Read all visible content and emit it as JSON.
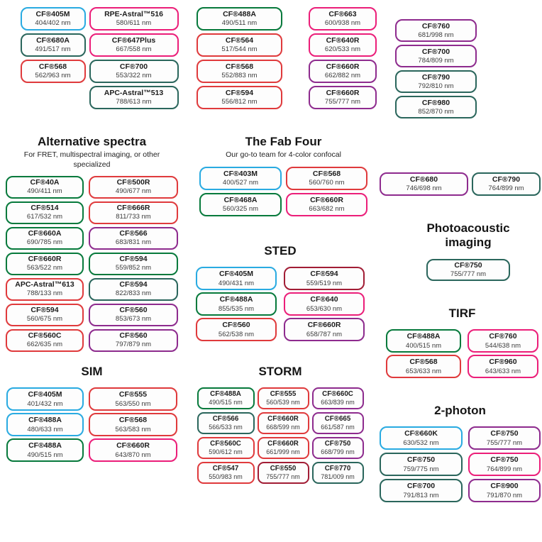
{
  "colors": {
    "blue": "#29ABE2",
    "green": "#077A3C",
    "teal": "#2A665C",
    "red": "#E03A3C",
    "darkred": "#A21D35",
    "pink": "#EC1E79",
    "purple": "#8E2B8E"
  },
  "groups": [
    {
      "id": "top-left",
      "columns": [
        [
          {
            "name": "CF®405M",
            "value": "404/402 nm",
            "color": "blue"
          },
          {
            "name": "CF®680A",
            "value": "491/517 nm",
            "color": "teal"
          },
          {
            "name": "CF®568",
            "value": "562/963 nm",
            "color": "red"
          }
        ],
        [
          {
            "name": "RPE-Astral™516",
            "value": "580/611 nm",
            "color": "pink"
          },
          {
            "name": "CF®647Plus",
            "value": "667/558 nm",
            "color": "pink"
          },
          {
            "name": "CF®700",
            "value": "553/322 nm",
            "color": "teal"
          },
          {
            "name": "APC-Astral™513",
            "value": "788/613 nm",
            "color": "teal"
          }
        ]
      ]
    },
    {
      "id": "top-mid",
      "columns": [
        [
          {
            "name": "CF®488A",
            "value": "490/511 nm",
            "color": "green"
          },
          {
            "name": "CF®564",
            "value": "517/544 nm",
            "color": "red"
          },
          {
            "name": "CF®568",
            "value": "552/883 nm",
            "color": "red"
          },
          {
            "name": "CF®594",
            "value": "556/812 nm",
            "color": "red"
          }
        ],
        [
          {
            "name": "CF®663",
            "value": "600/938 nm",
            "color": "pink"
          },
          {
            "name": "CF®640R",
            "value": "620/533 nm",
            "color": "pink"
          },
          {
            "name": "CF®660R",
            "value": "662/882 nm",
            "color": "purple"
          },
          {
            "name": "CF®660R",
            "value": "755/777 nm",
            "color": "purple"
          }
        ]
      ]
    },
    {
      "id": "top-right",
      "columns": [
        [
          {
            "name": "CF®760",
            "value": "681/998 nm",
            "color": "purple"
          },
          {
            "name": "CF®700",
            "value": "784/809 nm",
            "color": "purple"
          },
          {
            "name": "CF®790",
            "value": "792/810 nm",
            "color": "teal"
          },
          {
            "name": "CF®980",
            "value": "852/870 nm",
            "color": "teal"
          }
        ]
      ]
    },
    {
      "id": "alt-spectra",
      "title": "Alternative spectra",
      "subtitle": "For FRET, multispectral imaging, or other specialized",
      "columns": [
        [
          {
            "name": "CF®40A",
            "value": "490/411 nm",
            "color": "green"
          },
          {
            "name": "CF®514",
            "value": "617/532 nm",
            "color": "green"
          },
          {
            "name": "CF®660A",
            "value": "690/785 nm",
            "color": "green"
          },
          {
            "name": "CF®660R",
            "value": "563/522 nm",
            "color": "green"
          },
          {
            "name": "APC-Astral™613",
            "value": "788/133 nm",
            "color": "red"
          },
          {
            "name": "CF®594",
            "value": "560/675 nm",
            "color": "red"
          },
          {
            "name": "CF®560C",
            "value": "662/635 nm",
            "color": "red"
          }
        ],
        [
          {
            "name": "CF®500R",
            "value": "490/677 nm",
            "color": "red"
          },
          {
            "name": "CF®666R",
            "value": "811/733 nm",
            "color": "red"
          },
          {
            "name": "CF®566",
            "value": "683/831 nm",
            "color": "purple"
          },
          {
            "name": "CF®594",
            "value": "559/852 nm",
            "color": "green"
          },
          {
            "name": "CF®594",
            "value": "822/833 nm",
            "color": "teal"
          },
          {
            "name": "CF®560",
            "value": "853/673 nm",
            "color": "purple"
          },
          {
            "name": "CF®560",
            "value": "797/879 nm",
            "color": "purple"
          }
        ]
      ]
    },
    {
      "id": "fab-four",
      "title": "The Fab Four",
      "subtitle": "Our go-to team for 4-color confocal",
      "columns": [
        [
          {
            "name": "CF®403M",
            "value": "400/527 nm",
            "color": "blue"
          },
          {
            "name": "CF®468A",
            "value": "560/325 nm",
            "color": "green"
          }
        ],
        [
          {
            "name": "CF®568",
            "value": "560/760 nm",
            "color": "red"
          },
          {
            "name": "CF®660R",
            "value": "663/682 nm",
            "color": "pink"
          }
        ]
      ]
    },
    {
      "id": "nir-pair",
      "columns": [
        [
          {
            "name": "CF®680",
            "value": "746/698 nm",
            "color": "purple"
          }
        ],
        [
          {
            "name": "CF®790",
            "value": "764/899 nm",
            "color": "teal"
          }
        ]
      ]
    },
    {
      "id": "sted",
      "title": "STED",
      "columns": [
        [
          {
            "name": "CF®405M",
            "value": "490/431 nm",
            "color": "blue"
          },
          {
            "name": "CF®488A",
            "value": "855/535 nm",
            "color": "green"
          },
          {
            "name": "CF®560",
            "value": "562/538 nm",
            "color": "red"
          }
        ],
        [
          {
            "name": "CF®594",
            "value": "559/519 nm",
            "color": "darkred"
          },
          {
            "name": "CF®640",
            "value": "653/630 nm",
            "color": "pink"
          },
          {
            "name": "CF®660R",
            "value": "658/787 nm",
            "color": "purple"
          }
        ]
      ]
    },
    {
      "id": "photoacoustic",
      "title": "Photoacoustic imaging",
      "columns": [
        [
          {
            "name": "CF®750",
            "value": "755/777 nm",
            "color": "teal"
          }
        ]
      ]
    },
    {
      "id": "tirf",
      "title": "TIRF",
      "columns": [
        [
          {
            "name": "CF®488A",
            "value": "400/515 nm",
            "color": "green"
          },
          {
            "name": "CF®568",
            "value": "653/633 nm",
            "color": "red"
          }
        ],
        [
          {
            "name": "CF®760",
            "value": "544/638 nm",
            "color": "pink"
          },
          {
            "name": "CF®960",
            "value": "643/633 nm",
            "color": "pink"
          }
        ]
      ]
    },
    {
      "id": "sim",
      "title": "SIM",
      "columns": [
        [
          {
            "name": "CF®405M",
            "value": "401/432 nm",
            "color": "blue"
          },
          {
            "name": "CF®488A",
            "value": "480/633 nm",
            "color": "blue"
          },
          {
            "name": "CF®488A",
            "value": "490/515 nm",
            "color": "green"
          }
        ],
        [
          {
            "name": "CF®555",
            "value": "563/550 nm",
            "color": "red"
          },
          {
            "name": "CF®568",
            "value": "563/583 nm",
            "color": "red"
          },
          {
            "name": "CF®660R",
            "value": "643/870 nm",
            "color": "pink"
          }
        ]
      ]
    },
    {
      "id": "storm",
      "title": "STORM",
      "columns": [
        [
          {
            "name": "CF®488A",
            "value": "490/515 nm",
            "color": "green"
          },
          {
            "name": "CF®566",
            "value": "566/533 nm",
            "color": "teal"
          },
          {
            "name": "CF®560C",
            "value": "590/612 nm",
            "color": "red"
          },
          {
            "name": "CF®547",
            "value": "550/983 nm",
            "color": "red"
          }
        ],
        [
          {
            "name": "CF®555",
            "value": "560/539 nm",
            "color": "red"
          },
          {
            "name": "CF®660R",
            "value": "668/599 nm",
            "color": "red"
          },
          {
            "name": "CF®660R",
            "value": "661/999 nm",
            "color": "red"
          },
          {
            "name": "CF®550",
            "value": "755/777 nm",
            "color": "darkred"
          }
        ],
        [
          {
            "name": "CF®660C",
            "value": "663/839 nm",
            "color": "purple"
          },
          {
            "name": "CF®665",
            "value": "661/587 nm",
            "color": "purple"
          },
          {
            "name": "CF®750",
            "value": "668/799 nm",
            "color": "purple"
          },
          {
            "name": "CF®770",
            "value": "781/009 nm",
            "color": "teal"
          }
        ]
      ]
    },
    {
      "id": "two-photon",
      "title": "2-photon",
      "columns": [
        [
          {
            "name": "CF®660K",
            "value": "630/532 nm",
            "color": "blue"
          },
          {
            "name": "CF®750",
            "value": "759/775 nm",
            "color": "teal"
          },
          {
            "name": "CF®700",
            "value": "791/813 nm",
            "color": "teal"
          }
        ],
        [
          {
            "name": "CF®750",
            "value": "755/777 nm",
            "color": "purple"
          },
          {
            "name": "CF®750",
            "value": "764/899 nm",
            "color": "pink"
          },
          {
            "name": "CF®900",
            "value": "791/870 nm",
            "color": "purple"
          }
        ]
      ]
    }
  ]
}
